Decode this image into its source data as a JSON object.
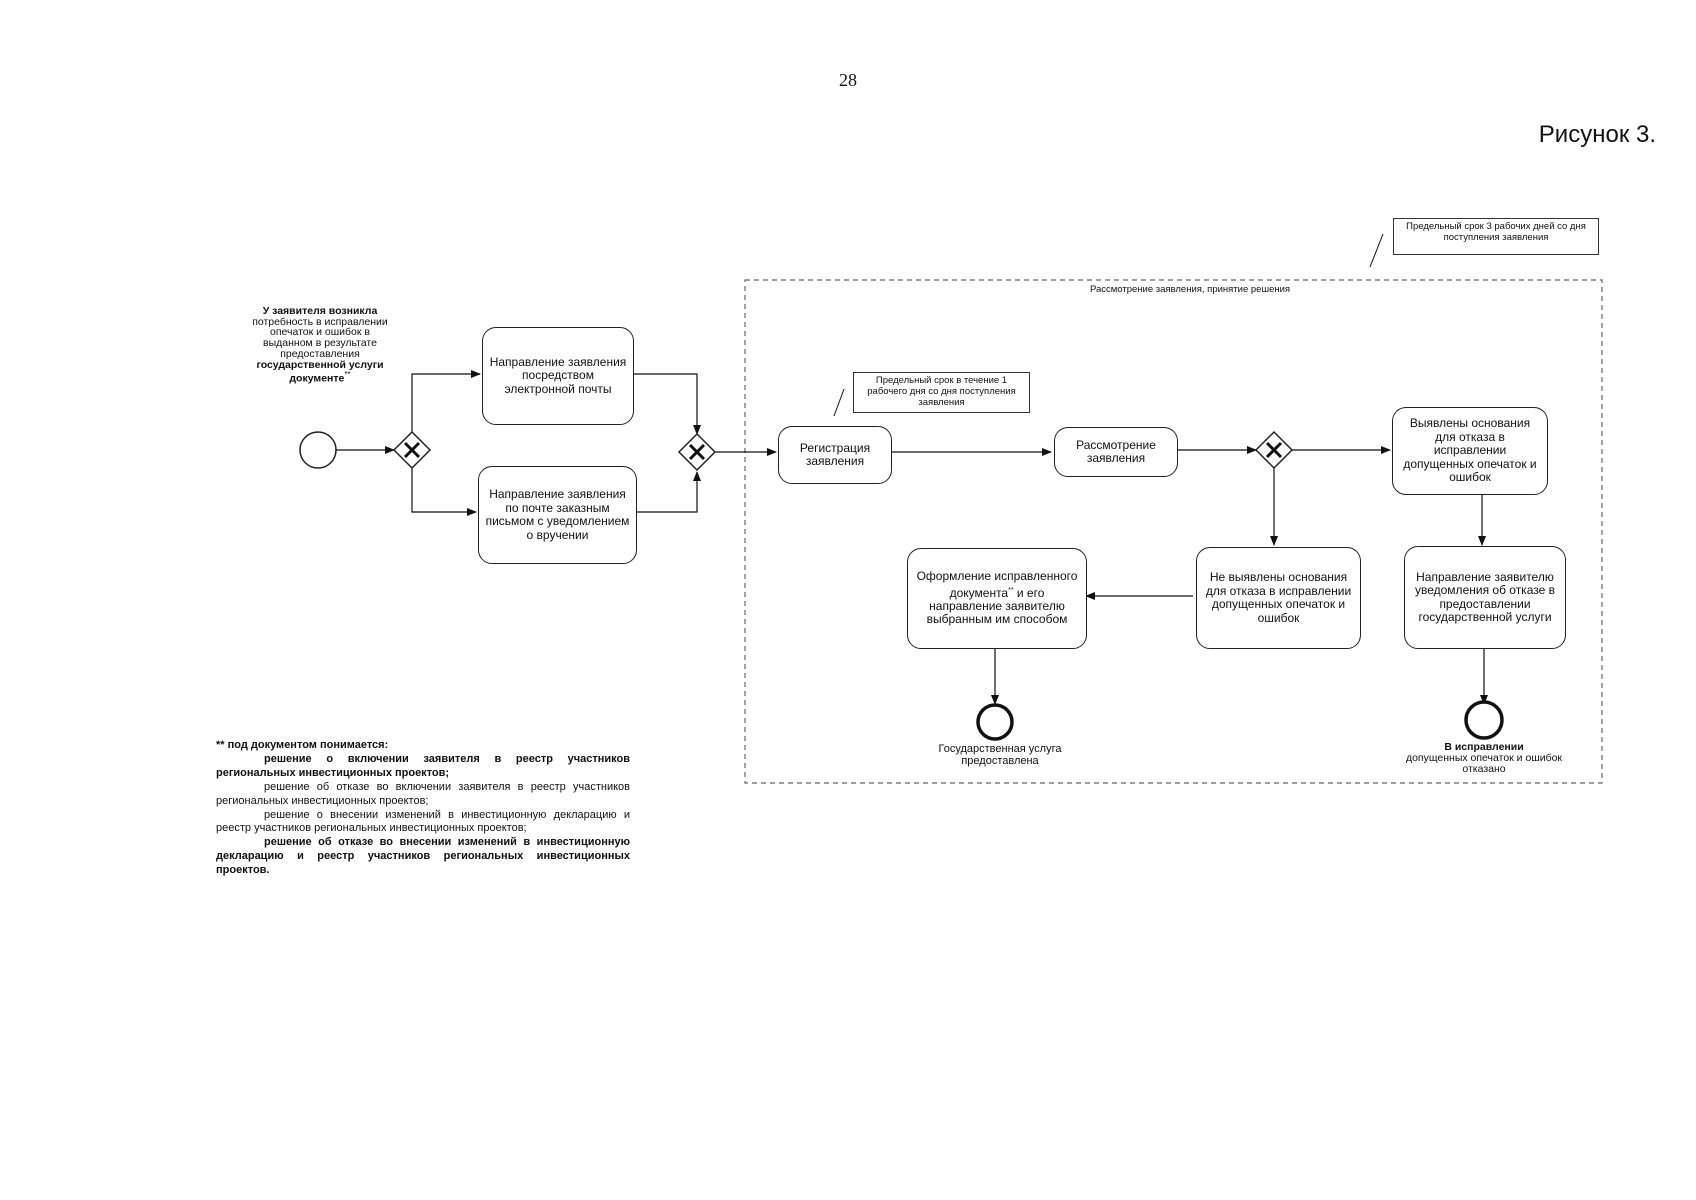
{
  "page": {
    "number": "28",
    "figure_title": "Рисунок 3."
  },
  "start": {
    "label_bold": "У заявителя возникла",
    "label_normal": "потребность в исправлении опечаток и ошибок в выданном в результате предоставления",
    "label_bold2": "государственной услуги документе",
    "label_mark": "**"
  },
  "pool": {
    "title": "Рассмотрение заявления, принятие решения",
    "deadline_note": "Предельный срок 3 рабочих дней со дня поступления заявления"
  },
  "registration_note": "Предельный срок в течение 1 рабочего дня со дня поступления заявления",
  "tasks": {
    "email": "Направление заявления посредством электронной почты",
    "post": "Направление заявления по почте заказным письмом с уведомлением о вручении",
    "registration": "Регистрация заявления",
    "review": "Рассмотрение заявления",
    "grounds_found": "Выявлены основания для отказа в исправлении допущенных опечаток и ошибок",
    "grounds_not_found": "Не выявлены основания для отказа в исправлении допущенных опечаток и ошибок",
    "issue_doc_a": "Оформление исправленного документа",
    "issue_doc_mark": "**",
    "issue_doc_b": " и его направление заявителю выбранным им способом",
    "notify_refusal": "Направление заявителю уведомления об отказе в предоставлении государственной услуги"
  },
  "ends": {
    "provided": "Государственная услуга предоставлена",
    "refused_bold": "В исправлении",
    "refused_normal": "допущенных опечаток и ошибок отказано"
  },
  "footnote": {
    "heading": "** под документом понимается:",
    "items": [
      "решение о включении заявителя в реестр участников региональных инвестиционных проектов;",
      "решение об отказе во включении заявителя в реестр участников региональных инвестиционных проектов;",
      "решение о внесении изменений в инвестиционную декларацию и реестр участников региональных инвестиционных проектов;",
      "решение об отказе во внесении изменений в инвестиционную декларацию и реестр участников региональных инвестиционных проектов."
    ]
  }
}
